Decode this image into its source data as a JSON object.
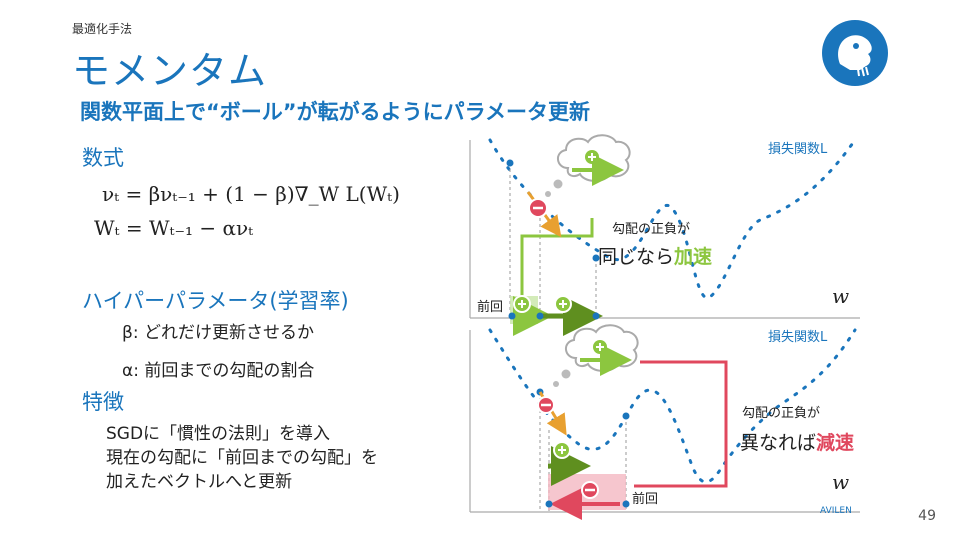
{
  "header": {
    "breadcrumb": "最適化手法",
    "title": "モメンタム",
    "subtitle": "関数平面上で“ボール”が転がるようにパラメータ更新"
  },
  "formula_section": {
    "heading": "数式",
    "line1": "νₜ = βνₜ₋₁ + (1 − β)∇_W L(Wₜ)",
    "line2": "Wₜ = Wₜ₋₁ − ανₜ"
  },
  "hyper_section": {
    "heading": "ハイパーパラメータ(学習率)",
    "beta": "β: どれだけ更新させるか",
    "alpha": "α: 前回までの勾配の割合"
  },
  "features_section": {
    "heading": "特徴",
    "line1": "SGDに「慣性の法則」を導入",
    "line2": "現在の勾配に「前回までの勾配」を",
    "line3": "加えたベクトルへと更新"
  },
  "top_diagram": {
    "loss_label": "損失関数L",
    "axis_label": "w",
    "prev_label": "前回",
    "note_small": "勾配の正負が",
    "note_big_prefix": "同じなら",
    "note_big_emph": "加速"
  },
  "bottom_diagram": {
    "loss_label": "損失関数L",
    "axis_label": "w",
    "prev_label": "前回",
    "note_small": "勾配の正負が",
    "note_big_prefix": "異なれば",
    "note_big_emph": "減速"
  },
  "footer": {
    "brand": "AVILEN",
    "page_number": "49"
  },
  "colors": {
    "accent_blue": "#1a75bc",
    "accelerate_green": "#8cc63f",
    "decelerate_red": "#e0485e"
  },
  "icons": [
    "logo-icon",
    "plus-icon",
    "minus-icon",
    "thought-cloud-icon"
  ]
}
